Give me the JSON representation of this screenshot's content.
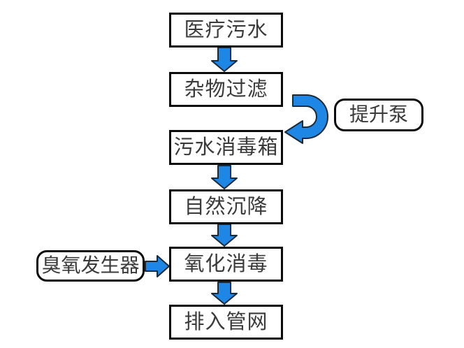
{
  "flow": {
    "nodes": [
      {
        "id": "medical-wastewater",
        "label": "医疗污水",
        "shape": "rect"
      },
      {
        "id": "debris-filter",
        "label": "杂物过滤",
        "shape": "rect"
      },
      {
        "id": "sewage-disinfection-tank",
        "label": "污水消毒箱",
        "shape": "rect"
      },
      {
        "id": "natural-sedimentation",
        "label": "自然沉降",
        "shape": "rect"
      },
      {
        "id": "oxidation-disinfection",
        "label": "氧化消毒",
        "shape": "rect"
      },
      {
        "id": "discharge-to-pipe-network",
        "label": "排入管网",
        "shape": "rect"
      }
    ],
    "side_nodes": [
      {
        "id": "lift-pump",
        "label": "提升泵",
        "shape": "rounded"
      },
      {
        "id": "ozone-generator",
        "label": "臭氧发生器",
        "shape": "rounded"
      }
    ],
    "edges": [
      {
        "from": "医疗污水",
        "to": "杂物过滤",
        "type": "arrow-down"
      },
      {
        "from": "杂物过滤",
        "to": "污水消毒箱",
        "type": "u-turn-arrow-via-lift-pump"
      },
      {
        "from": "污水消毒箱",
        "to": "自然沉降",
        "type": "arrow-down"
      },
      {
        "from": "自然沉降",
        "to": "氧化消毒",
        "type": "arrow-down"
      },
      {
        "from": "臭氧发生器",
        "to": "氧化消毒",
        "type": "arrow-right"
      },
      {
        "from": "氧化消毒",
        "to": "排入管网",
        "type": "arrow-down"
      }
    ]
  },
  "colors": {
    "arrow_fill": "#1e87e6",
    "arrow_outline": "#1b2a38",
    "box_border": "#0b0b0b",
    "text": "#3a3a3a",
    "background": "#ffffff"
  }
}
